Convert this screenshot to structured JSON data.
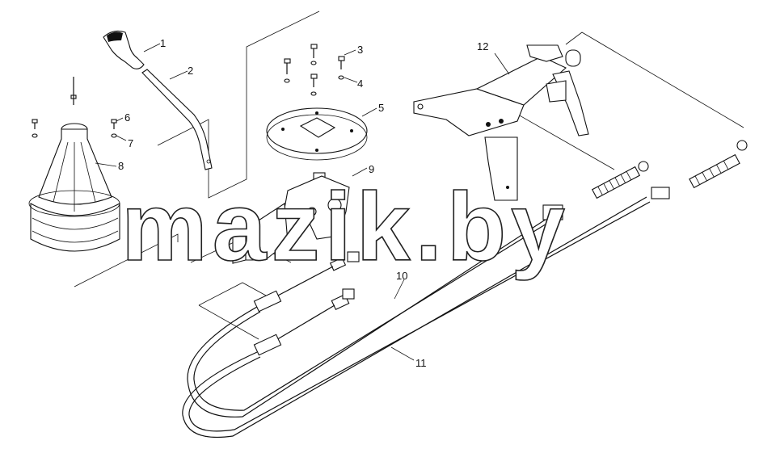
{
  "diagram": {
    "callouts": [
      "1",
      "2",
      "3",
      "4",
      "5",
      "6",
      "7",
      "8",
      "9",
      "10",
      "11",
      "12"
    ],
    "watermark": "mazik.by"
  }
}
